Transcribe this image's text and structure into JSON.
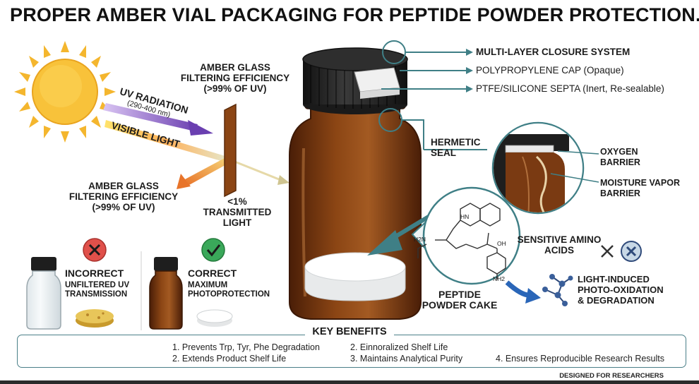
{
  "title": "PROPER AMBER VIAL PACKAGING FOR PEPTIDE POWDER PROTECTION.",
  "light": {
    "uv_label": "UV RADIATION",
    "uv_range": "(290-400 nm)",
    "visible_label": "VISIBLE LIGHT",
    "filter_top": [
      "AMBER GLASS",
      "FILTERING EFFICIENCY",
      "(>99% OF UV)"
    ],
    "filter_left": [
      "AMBER GLASS",
      "FILTERING EFFICIENCY",
      "(>99% OF UV)"
    ],
    "transmitted": [
      "<1%",
      "TRANSMITTED",
      "LIGHT"
    ]
  },
  "closure": {
    "heading": "MULTI-LAYER CLOSURE SYSTEM",
    "cap": "POLYPROPYLENE CAP (Opaque)",
    "septa": "PTFE/SILICONE SEPTA (Inert, Re-sealable)",
    "hermetic": [
      "HERMETIC",
      "SEAL"
    ],
    "oxygen": [
      "OXYGEN",
      "BARRIER"
    ],
    "moisture": [
      "MOISTURE VAPOR",
      "BARRIER"
    ]
  },
  "molecule": {
    "labels": [
      "HN",
      "H2N",
      "NH2",
      "OH"
    ],
    "sensitive": [
      "SENSITIVE AMINO",
      "ACIDS"
    ],
    "degradation": [
      "LIGHT-INDUCED",
      "PHOTO-OXIDATION",
      "& DEGRADATION"
    ]
  },
  "cake_label": [
    "PEPTIDE",
    "POWDER CAKE"
  ],
  "comparison": {
    "incorrect": {
      "title": "INCORRECT",
      "lines": [
        "UNFILTERED UV",
        "TRANSMISSION"
      ]
    },
    "correct": {
      "title": "CORRECT",
      "lines": [
        "MAXIMUM",
        "PHOTOPROTECTION"
      ]
    }
  },
  "benefits": {
    "heading": "KEY BENEFITS",
    "items": [
      "1. Prevents Trp, Tyr, Phe Degradation",
      "2. Extends Product Shelf Life",
      "2. Einnoralized Shelf Life",
      "3. Maintains Analytical Purity",
      "4. Ensures Reproducible Research Results"
    ]
  },
  "footer": "DESIGNED FOR RESEARCHERS",
  "colors": {
    "amber": "#7a3a12",
    "amber_light": "#b86a2e",
    "cap": "#1e1e1e",
    "teal": "#3f7f86",
    "red": "#e0504a",
    "green": "#3aa85a",
    "sun": "#f4b62e"
  }
}
